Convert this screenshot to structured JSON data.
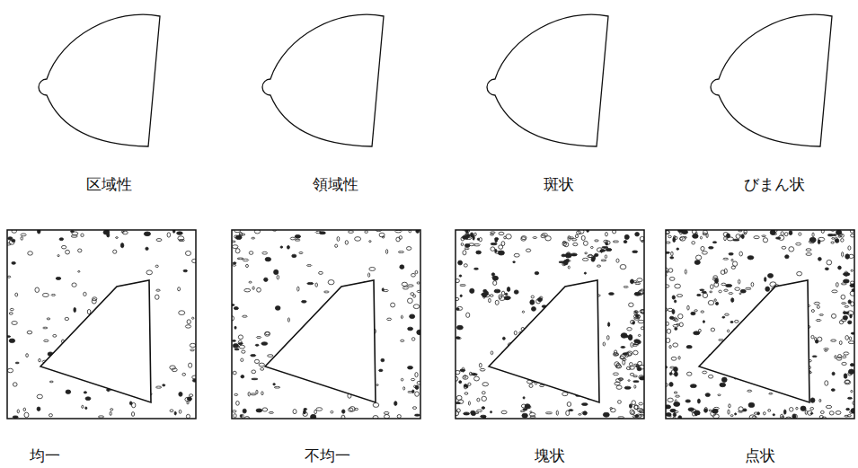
{
  "diagram": {
    "labels": [
      "区域性",
      "領域性",
      "斑状",
      "びまん状",
      "均一",
      "不均一",
      "塊状",
      "点状"
    ]
  }
}
